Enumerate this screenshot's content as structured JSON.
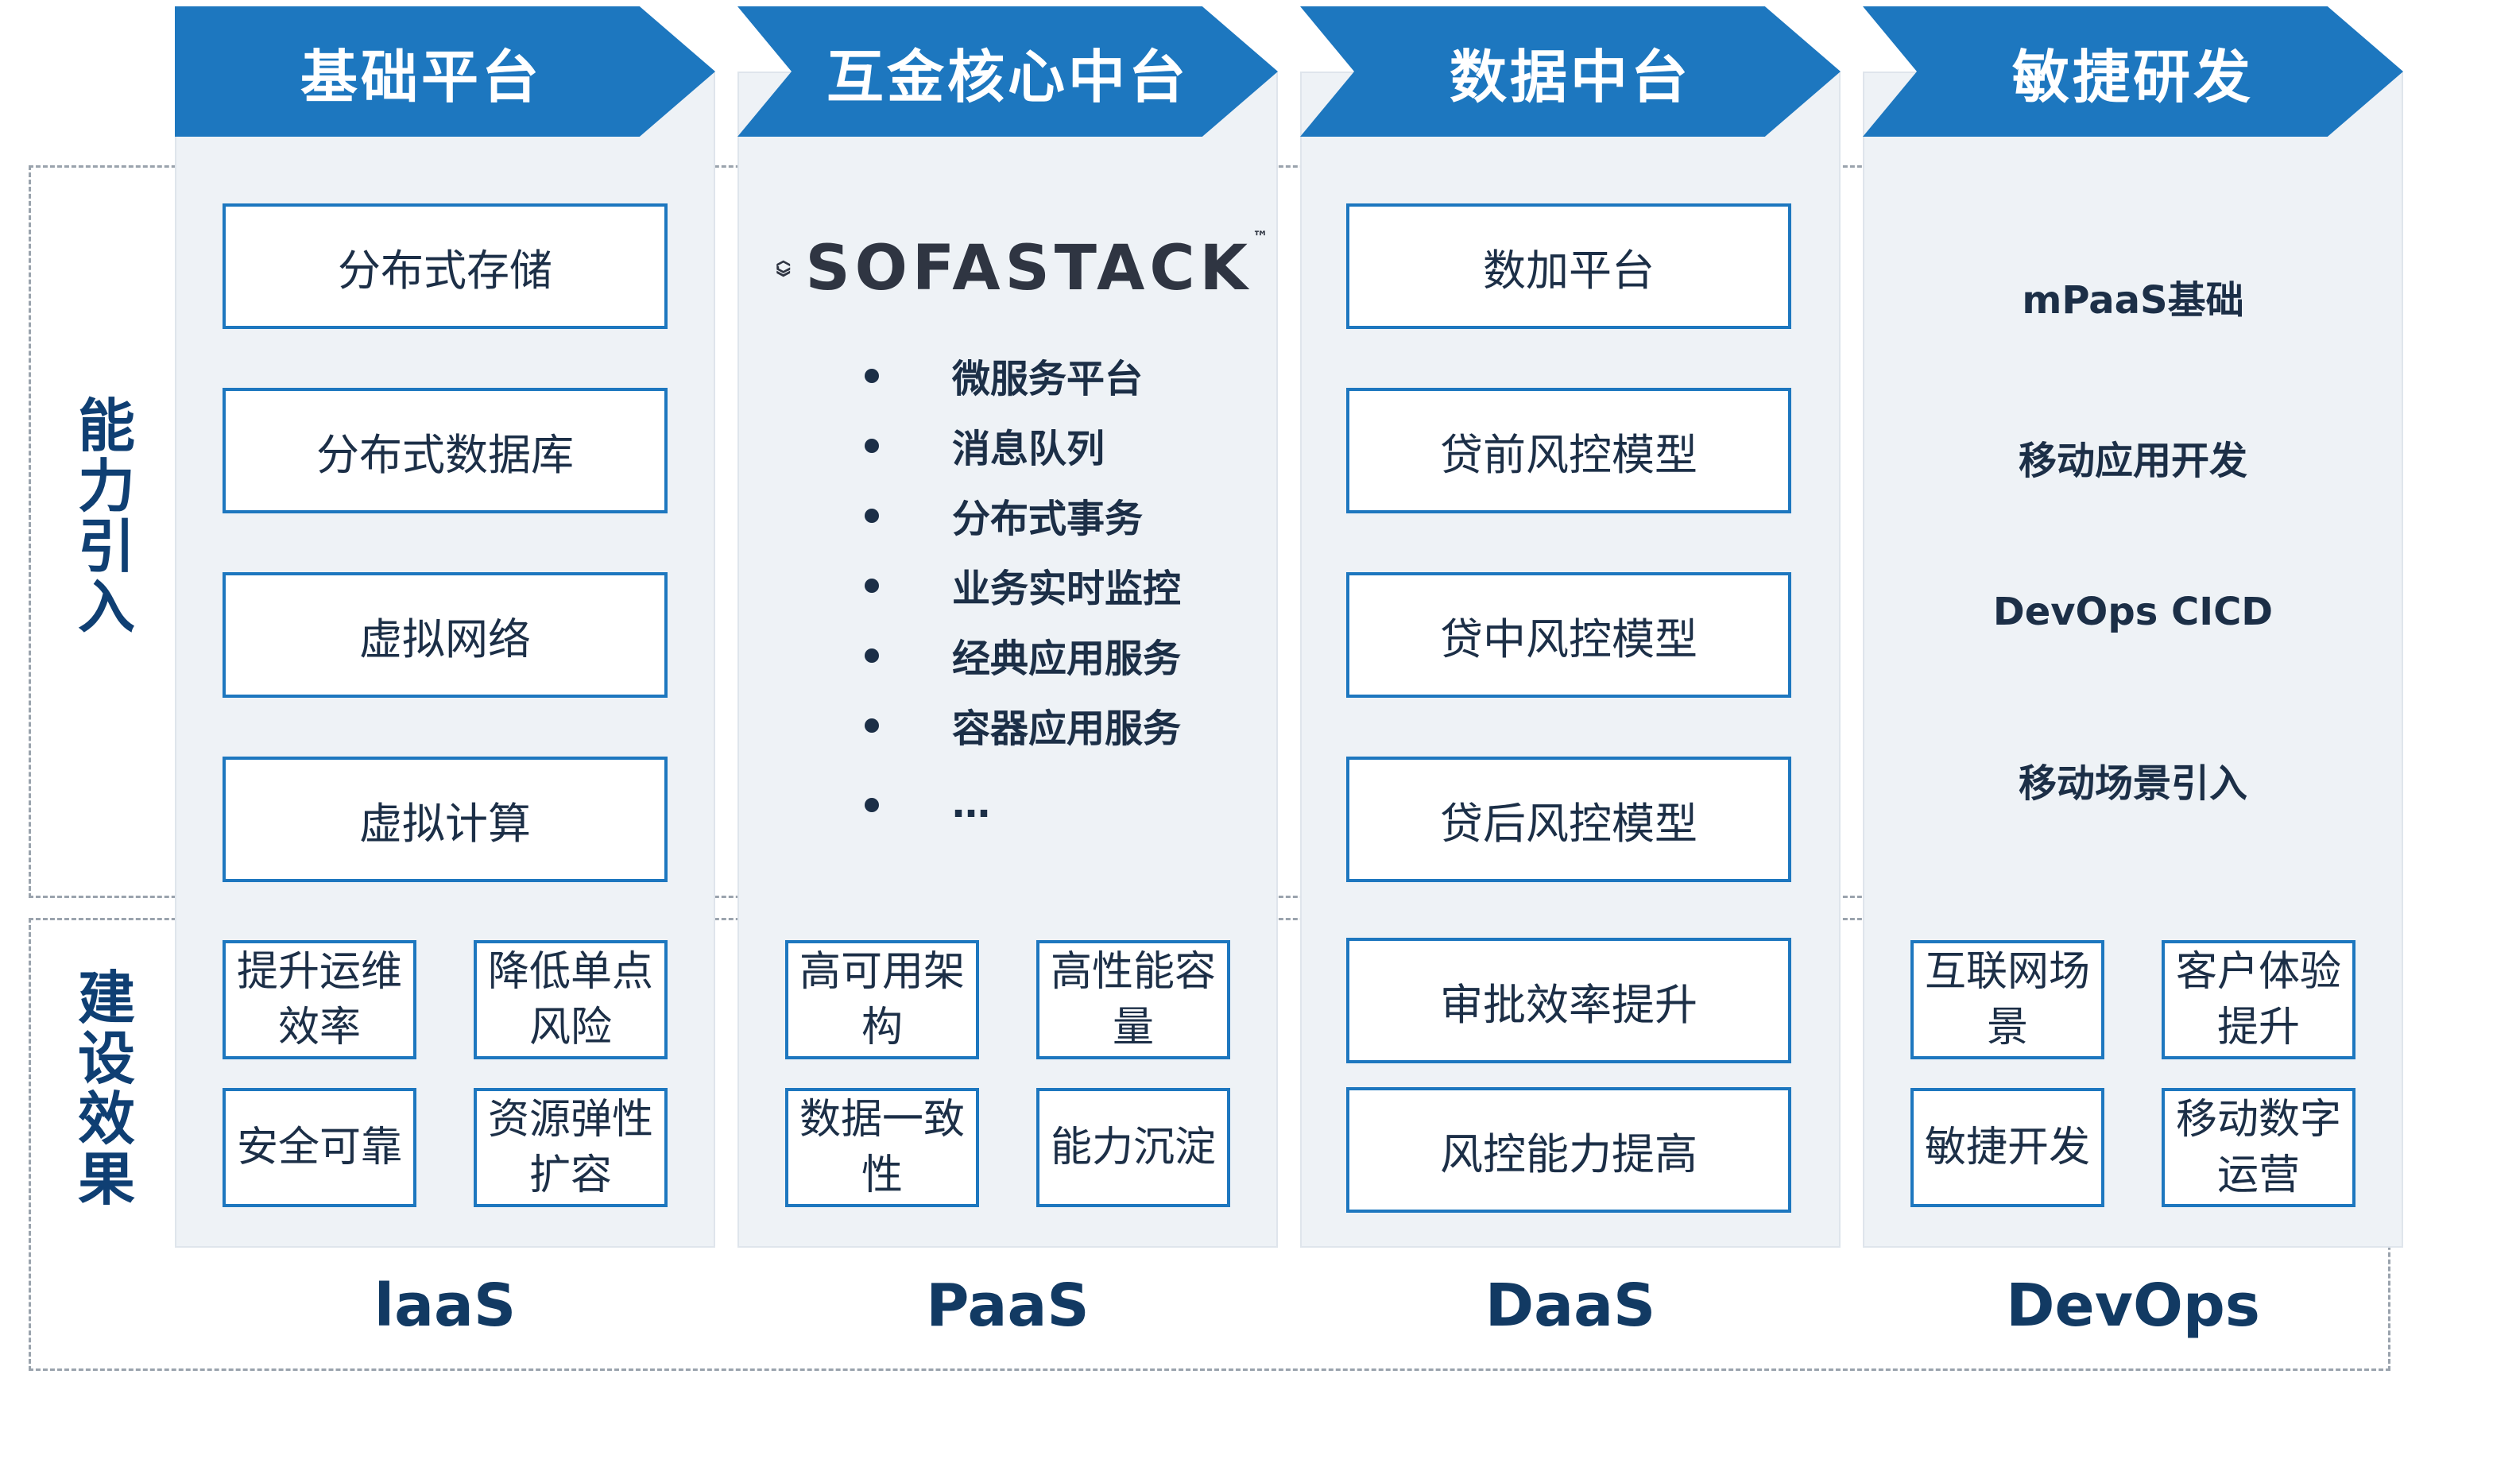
{
  "columns": [
    {
      "header": "基础平台",
      "capabilities": [
        "分布式存储",
        "分布式数据库",
        "虚拟网络",
        "虚拟计算"
      ],
      "effects": [
        "提升运维效率",
        "降低单点风险",
        "安全可靠",
        "资源弹性扩容"
      ],
      "layer": "laaS"
    },
    {
      "header": "互金核心中台",
      "logo_text": "SOFASTACK",
      "logo_tm": "™",
      "capabilities": [
        "微服务平台",
        "消息队列",
        "分布式事务",
        "业务实时监控",
        "经典应用服务",
        "容器应用服务",
        "…"
      ],
      "effects": [
        "高可用架构",
        "高性能容量",
        "数据一致性",
        "能力沉淀"
      ],
      "layer": "PaaS"
    },
    {
      "header": "数据中台",
      "capabilities": [
        "数加平台",
        "贷前风控模型",
        "贷中风控模型",
        "贷后风控模型"
      ],
      "effects": [
        "审批效率提升",
        "风控能力提高"
      ],
      "layer": "DaaS"
    },
    {
      "header": "敏捷研发",
      "capabilities": [
        "mPaaS基础",
        "移动应用开发",
        "DevOps CICD",
        "移动场景引入"
      ],
      "effects": [
        "互联网场景",
        "客户体验提升",
        "敏捷开发",
        "移动数字运营"
      ],
      "layer": "DevOps"
    }
  ],
  "row_labels": {
    "capability": "能力引入",
    "effect": "建设效果"
  },
  "colors": {
    "accent_blue": "#1d77bf",
    "column_bg": "#eef2f6",
    "label_navy": "#0f3f73"
  },
  "icons": {
    "logo": "sofastack-cube-icon"
  }
}
